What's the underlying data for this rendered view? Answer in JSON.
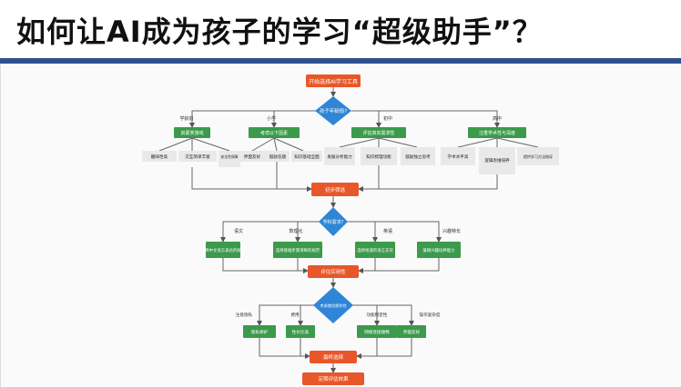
{
  "title": "如何让AI成为孩子的学习“超级助手”？",
  "colors": {
    "start": "#e8572a",
    "decision": "#2f86d6",
    "action": "#3b9a4b",
    "leaf": "#e9e9e9",
    "rule": "#2f4f8f"
  },
  "flow": {
    "start": "开始选择AI学习工具",
    "age_decision": "孩子年龄段?",
    "age_labels": [
      "学龄前",
      "小学",
      "初中",
      "高中"
    ],
    "age_actions": [
      "启蒙类游戏",
      "考虑以下因素",
      "评估真实需求性",
      "注重学术性与深度"
    ],
    "leaves": {
      "preschool": [
        "趣味性高",
        "交互简单丰富",
        "安全性保障"
      ],
      "primary": [
        "界面友好",
        "鼓励答题",
        "知识基础全面"
      ],
      "middle": [
        "发展分析能力",
        "知识梳理功能",
        "鼓励独立思考"
      ],
      "high": [
        "学术水平高",
        "逻辑思维培养",
        "提供学习方法指导"
      ]
    },
    "initial_screen": "初步筛选",
    "subject_decision": "学科需求?",
    "subject_labels": [
      "语文",
      "数理化",
      "英语",
      "兴趣特长"
    ],
    "subject_actions": [
      "选择中文语言表达的规范",
      "选择基础步骤清晰的规范",
      "选择地道的语言支持",
      "兼顾兴趣培养能力"
    ],
    "assess": "评估实用性",
    "consider_decision": "考虑使用便利性",
    "consider_labels": [
      "注意隐私",
      "费用",
      "功能稳定性",
      "操作复杂度"
    ],
    "consider_actions": [
      "隐私保护",
      "性价比高",
      "网络连接顺畅",
      "界面友好"
    ],
    "final_select": "最终选择",
    "end": "定期评估效果"
  }
}
